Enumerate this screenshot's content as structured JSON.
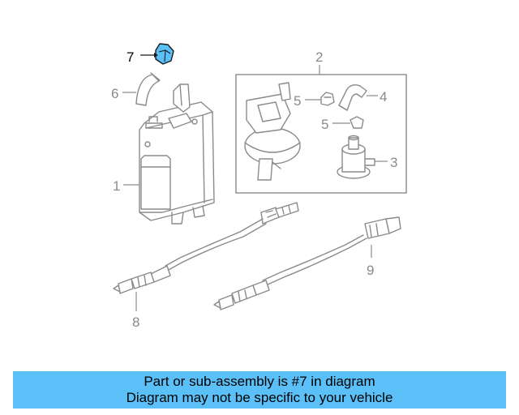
{
  "callouts": {
    "c1": "1",
    "c2": "2",
    "c3": "3",
    "c4": "4",
    "c5a": "5",
    "c5b": "5",
    "c6": "6",
    "c7": "7",
    "c8": "8",
    "c9": "9"
  },
  "highlight": {
    "part": "7",
    "color": "#5bc0f8"
  },
  "banner": {
    "line1": "Part or sub-assembly is #7 in diagram",
    "line2": "Diagram may not be specific to your vehicle",
    "background": "#5bc0f8"
  }
}
